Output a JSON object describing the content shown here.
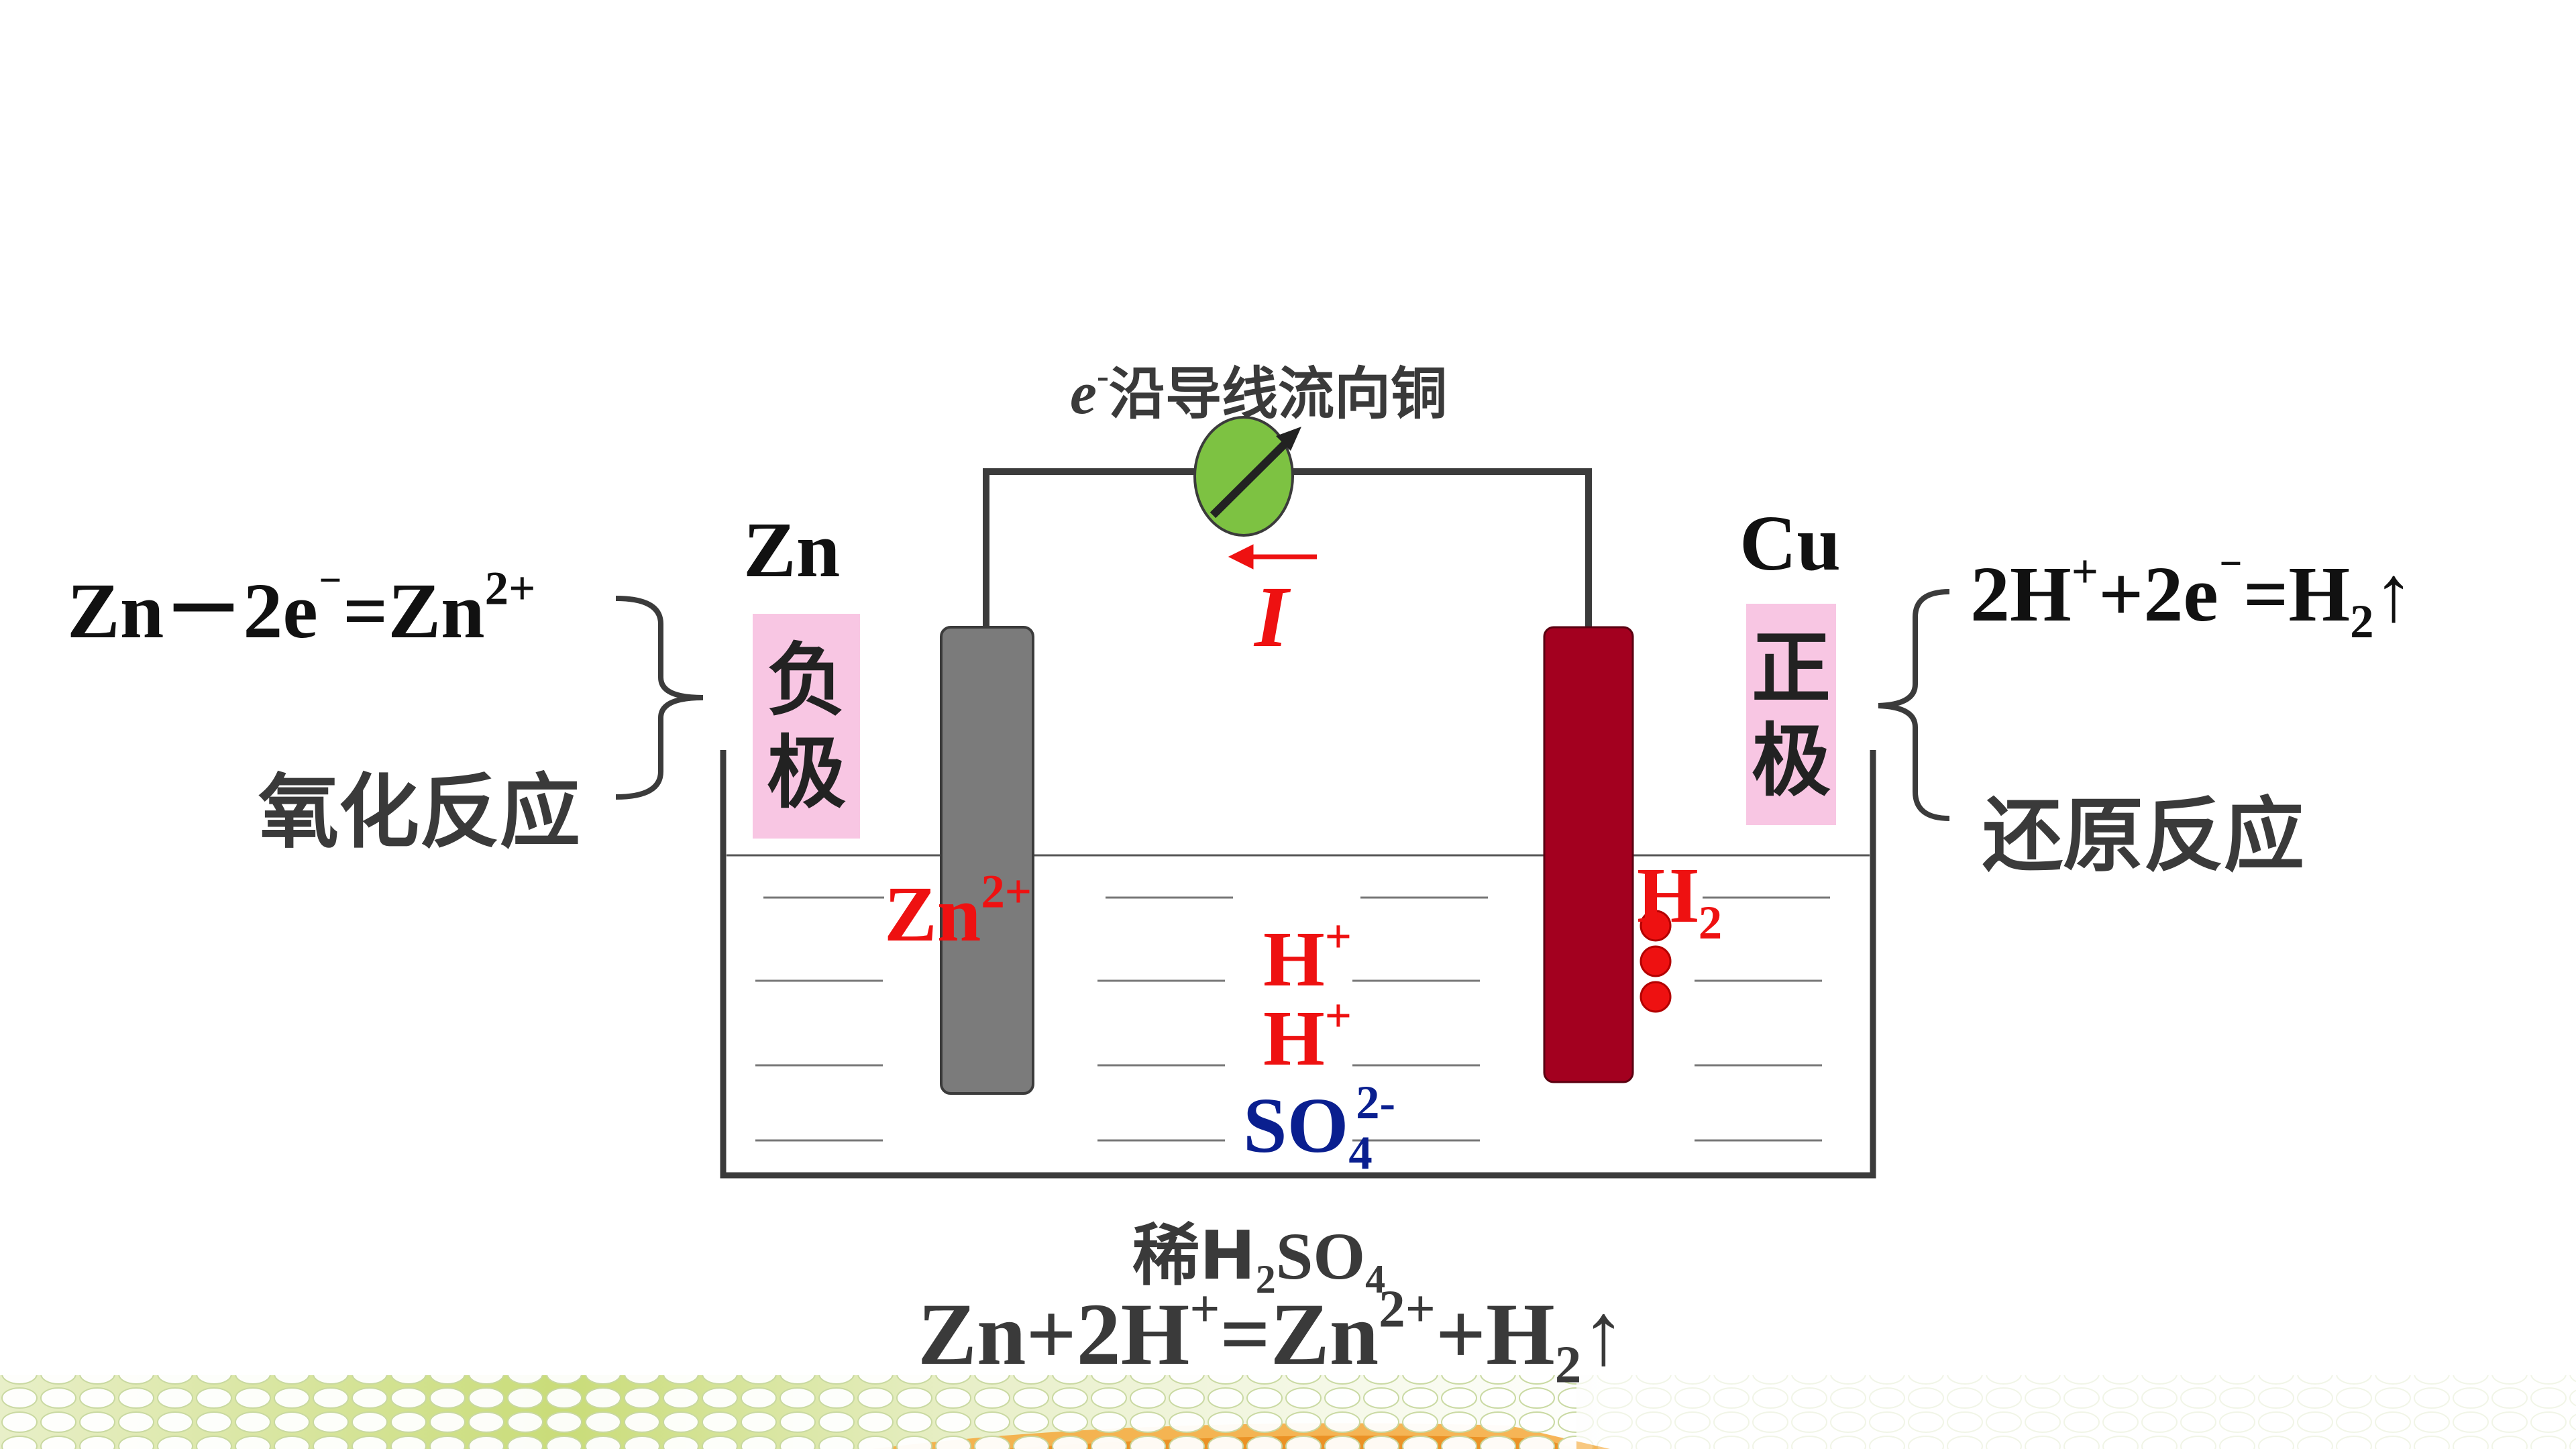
{
  "top_label": {
    "electron": "e",
    "electron_sup": "-",
    "rest": "沿导线流向铜"
  },
  "current_label": "I",
  "left": {
    "element": "Zn",
    "pole": [
      "负",
      "极"
    ],
    "half_reaction": {
      "a": "Zn",
      "b": "－2e",
      "c": "⁻",
      "d": "=Zn",
      "e": "2+"
    },
    "reaction_type": "氧化反应"
  },
  "right": {
    "element": "Cu",
    "pole": [
      "正",
      "极"
    ],
    "half_reaction": {
      "a": "2H",
      "b": "+",
      "c": "+2e",
      "d": "⁻",
      "e": "=H",
      "f": "2",
      "g": "↑"
    },
    "reaction_type": "还原反应"
  },
  "ions": {
    "zn": {
      "base": "Zn",
      "sup": "2+"
    },
    "h2": {
      "base": "H",
      "sub": "2"
    },
    "h1": {
      "base": "H",
      "sup": "+"
    },
    "h2b": {
      "base": "H",
      "sup": "+"
    },
    "so4": {
      "base": "SO",
      "sub": "4",
      "sup": "2-"
    }
  },
  "electrolyte": {
    "a": "稀H",
    "b": "2",
    "c": "SO",
    "d": "4"
  },
  "overall": {
    "a": "Zn+2H",
    "b": "+",
    "c": "=Zn",
    "d": "2+",
    "e": "+H",
    "f": "2",
    "g": "↑"
  },
  "colors": {
    "zinc_electrode": "#7b7b7b",
    "copper_electrode": "#a3001f",
    "galvanometer": "#7dc242",
    "label_box": "#f8c6e3",
    "ion_red": "#ee1111",
    "ion_blue": "#0a1f8f"
  },
  "icons": {
    "galvanometer": "galvanometer-icon",
    "bubbles": "hydrogen-bubbles-icon",
    "arrow": "current-arrow-icon"
  }
}
